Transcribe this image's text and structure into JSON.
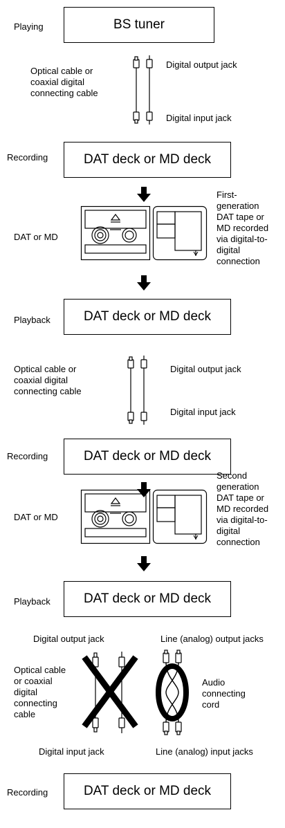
{
  "stages": [
    {
      "role": "Playing",
      "device": "BS tuner"
    },
    {
      "role": "Recording",
      "device": "DAT deck or MD deck"
    },
    {
      "role": "Playback",
      "device": "DAT deck or MD deck"
    },
    {
      "role": "Recording",
      "device": "DAT deck or MD deck"
    },
    {
      "role": "Playback",
      "device": "DAT deck or MD deck"
    },
    {
      "role": "Recording",
      "device": "DAT deck or MD deck"
    }
  ],
  "cables": [
    {
      "cable": "Optical cable or\ncoaxial digital\nconnecting cable",
      "output_jack": "Digital output jack",
      "input_jack": "Digital input jack"
    },
    {
      "cable": "Optical cable or\ncoaxial digital\nconnecting cable",
      "output_jack": "Digital output jack",
      "input_jack": "Digital input jack"
    }
  ],
  "media": [
    {
      "label": "DAT or MD",
      "note": "First-\ngeneration\nDAT tape or\nMD recorded\nvia digital-to-\ndigital\nconnection"
    },
    {
      "label": "DAT or MD",
      "note": "Second\ngeneration\nDAT tape or\nMD recorded\nvia digital-to-\ndigital\nconnection"
    }
  ],
  "final_connection": {
    "digital_output": "Digital output jack",
    "analog_output": "Line (analog) output jacks",
    "digital_cable": "Optical cable\nor coaxial\ndigital\nconnecting\ncable",
    "analog_cable": "Audio\nconnecting\ncord",
    "digital_input": "Digital input jack",
    "analog_input": "Line (analog) input jacks"
  }
}
